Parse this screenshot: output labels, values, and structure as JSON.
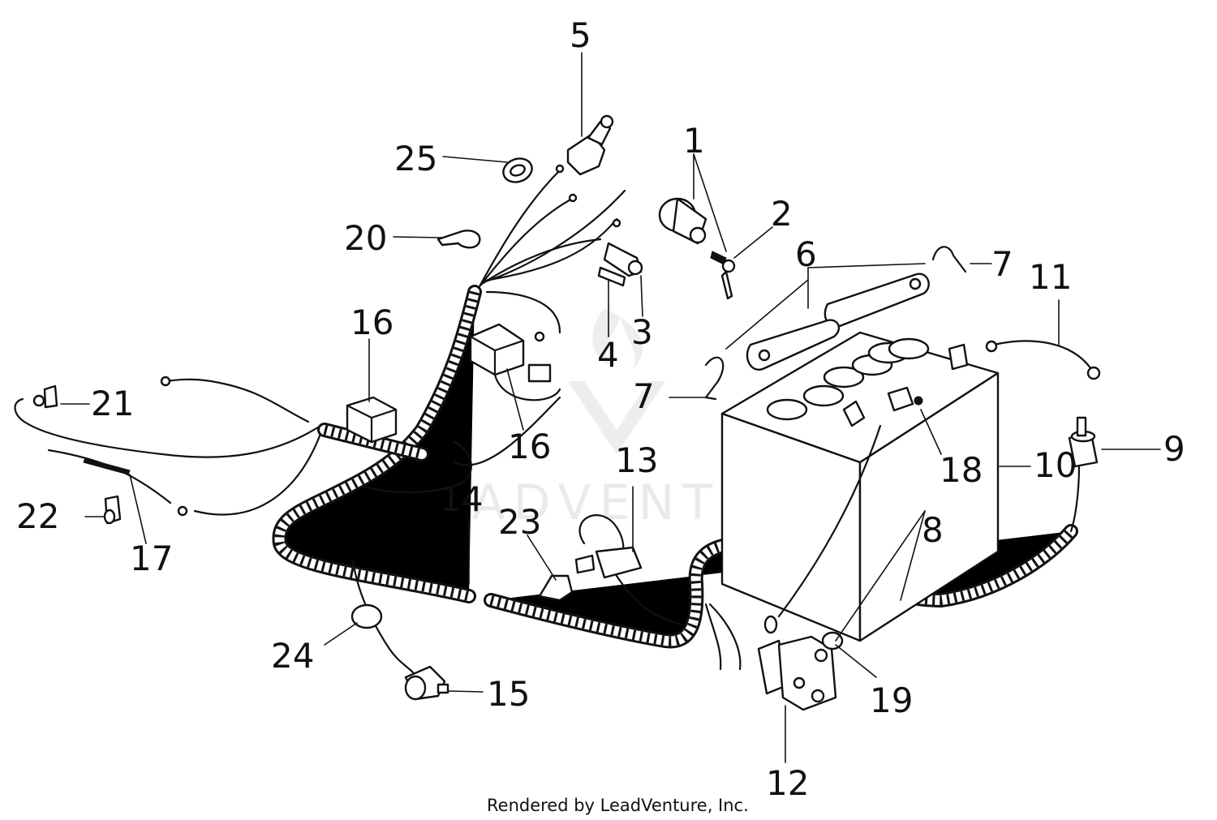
{
  "diagram": {
    "callouts": {
      "c1": "1",
      "c2": "2",
      "c3": "3",
      "c4": "4",
      "c5": "5",
      "c6": "6",
      "c7a": "7",
      "c7b": "7",
      "c8": "8",
      "c9": "9",
      "c10": "10",
      "c11": "11",
      "c12": "12",
      "c13": "13",
      "c14": "14",
      "c15": "15",
      "c16a": "16",
      "c16b": "16",
      "c17": "17",
      "c18": "18",
      "c19": "19",
      "c20": "20",
      "c21": "21",
      "c22": "22",
      "c23": "23",
      "c24": "24",
      "c25": "25"
    },
    "watermark": "LEADVENTURE",
    "footer": "Rendered by LeadVenture, Inc."
  }
}
